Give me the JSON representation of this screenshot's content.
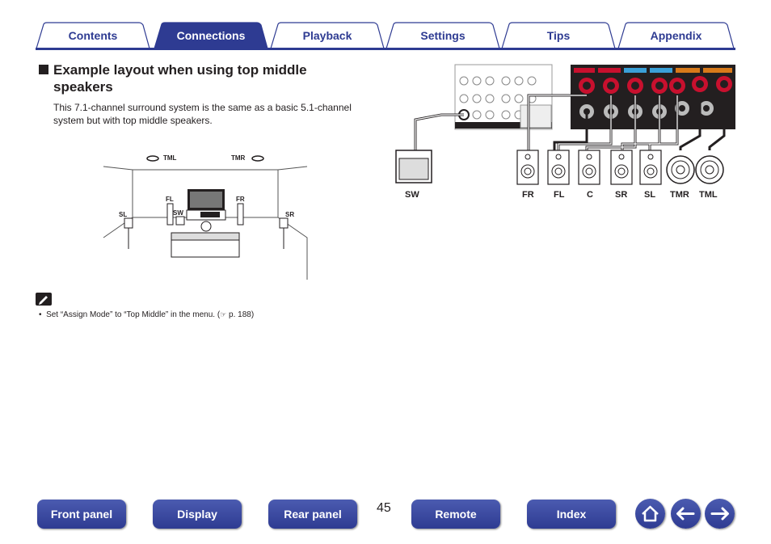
{
  "tabs": [
    {
      "label": "Contents",
      "active": false
    },
    {
      "label": "Connections",
      "active": true
    },
    {
      "label": "Playback",
      "active": false
    },
    {
      "label": "Settings",
      "active": false
    },
    {
      "label": "Tips",
      "active": false
    },
    {
      "label": "Appendix",
      "active": false
    }
  ],
  "section": {
    "title_line1": "Example layout when using top middle",
    "title_line2": "speakers",
    "body": "This 7.1-channel surround system is the same as a basic 5.1-channel system but with top middle speakers."
  },
  "room_diagram": {
    "labels": {
      "tml": "TML",
      "tmr": "TMR",
      "fl": "FL",
      "fr": "FR",
      "sl": "SL",
      "sr": "SR",
      "sw": "SW"
    }
  },
  "connection_diagram": {
    "speakers": [
      "SW",
      "FR",
      "FL",
      "C",
      "SR",
      "SL",
      "TMR",
      "TML"
    ]
  },
  "note": {
    "text": "Set “Assign Mode” to “Top Middle” in the menu.  (",
    "ref": " p. 188)"
  },
  "footer": {
    "front_panel": "Front panel",
    "display": "Display",
    "rear_panel": "Rear panel",
    "page_number": "45",
    "remote": "Remote",
    "index": "Index"
  },
  "colors": {
    "brand": "#2e3b92",
    "terminal_red": "#c8102e"
  }
}
